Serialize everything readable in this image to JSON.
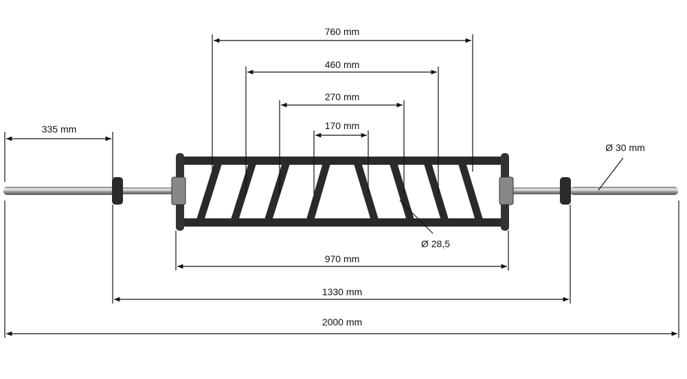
{
  "dimensions": {
    "grip_outer": "760 mm",
    "grip_second": "460 mm",
    "grip_third": "270 mm",
    "grip_inner": "170 mm",
    "sleeve_length": "335 mm",
    "frame_width": "970 mm",
    "collar_distance": "1330 mm",
    "total_length": "2000 mm",
    "sleeve_diameter": "Ø 30 mm",
    "handle_diameter": "Ø 28,5"
  },
  "colors": {
    "frame": "#2a2a2a",
    "steel": "#b8b8b8",
    "line": "#111111"
  }
}
